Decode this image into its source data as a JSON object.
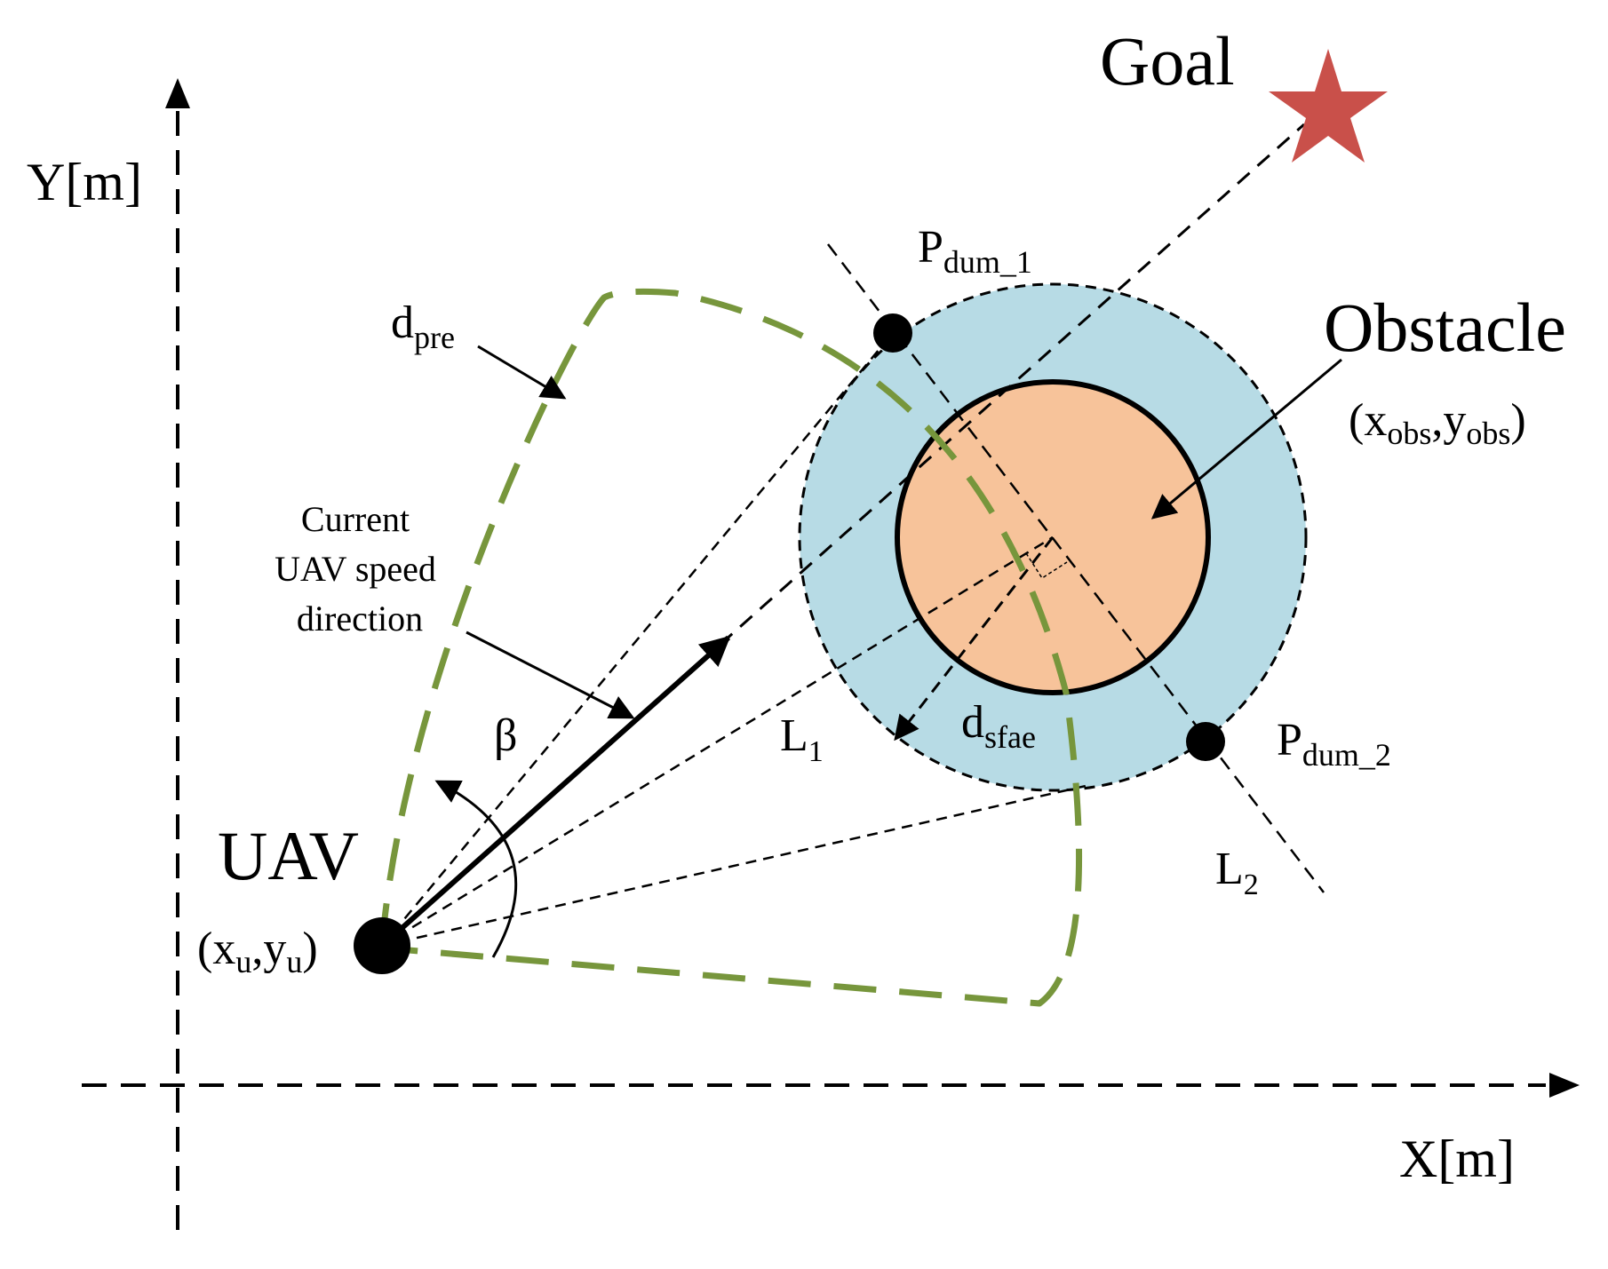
{
  "labels": {
    "y_axis": "Y[m]",
    "x_axis": "X[m]",
    "goal": "Goal",
    "obstacle": "Obstacle",
    "obstacle_coord": {
      "open": "(",
      "x": "x",
      "x_sub": "obs",
      "sep": ",",
      "y": "y",
      "y_sub": "obs",
      "close": ")"
    },
    "uav": "UAV",
    "uav_coord": {
      "open": "(",
      "x": "x",
      "x_sub": "u",
      "sep": ",",
      "y": "y",
      "y_sub": "u",
      "close": ")"
    },
    "d_pre": {
      "base": "d",
      "sub": "pre"
    },
    "d_safe": {
      "base": "d",
      "sub": "sfae"
    },
    "p_dum_1": {
      "base": "P",
      "sub": "dum_1"
    },
    "p_dum_2": {
      "base": "P",
      "sub": "dum_2"
    },
    "l1": {
      "base": "L",
      "sub": "1"
    },
    "l2": {
      "base": "L",
      "sub": "2"
    },
    "beta": "β",
    "speed_direction": [
      "Current",
      "UAV  speed",
      "direction"
    ]
  },
  "colors": {
    "safety_zone": "#b7dbe5",
    "obstacle_fill": "#f7c39a",
    "goal_star": "#c9504a",
    "detection_boundary": "#77963c",
    "ink": "#000000"
  }
}
